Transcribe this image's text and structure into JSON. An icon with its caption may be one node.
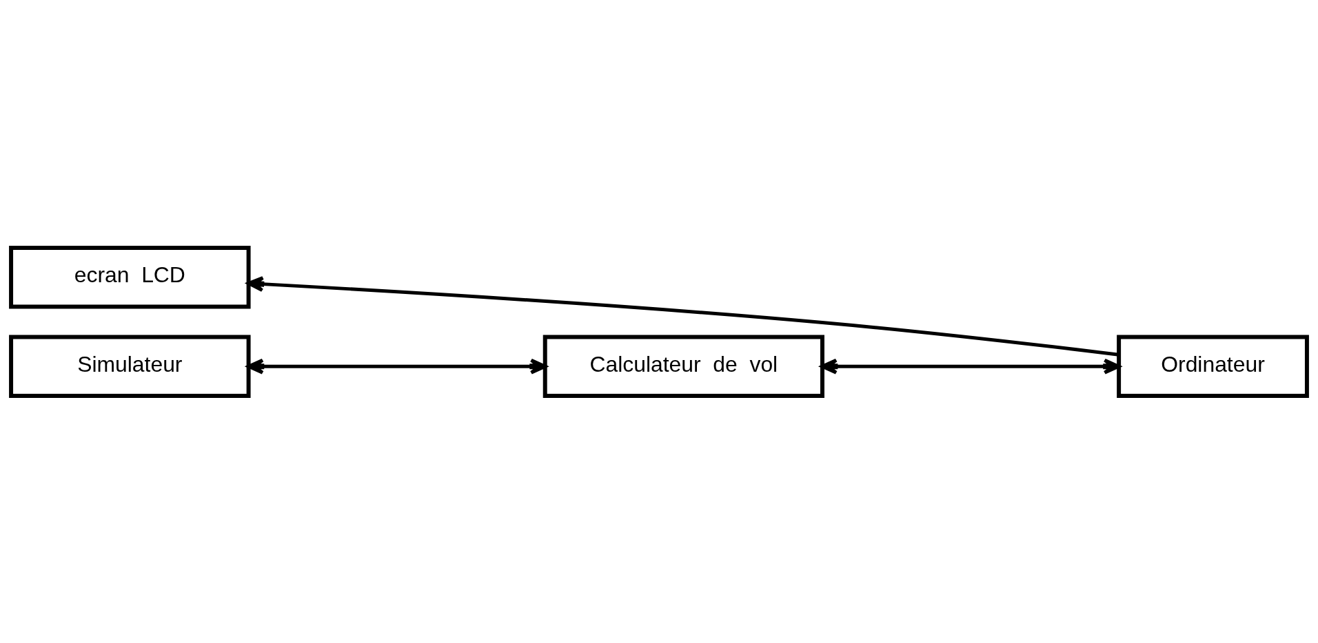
{
  "diagram": {
    "nodes": [
      {
        "text": [
          "ecran  LCD"
        ]
      },
      {
        "text": [
          "Simulateur"
        ]
      },
      {
        "text": [
          "Calculateur  de  vol"
        ]
      },
      {
        "text": [
          "Ordinateur"
        ]
      }
    ],
    "edges": [
      {
        "from": 3,
        "to": 0,
        "arrow": "to"
      },
      {
        "from": 1,
        "to": 2,
        "arrow": "both"
      },
      {
        "from": 2,
        "to": 3,
        "arrow": "both"
      }
    ]
  }
}
